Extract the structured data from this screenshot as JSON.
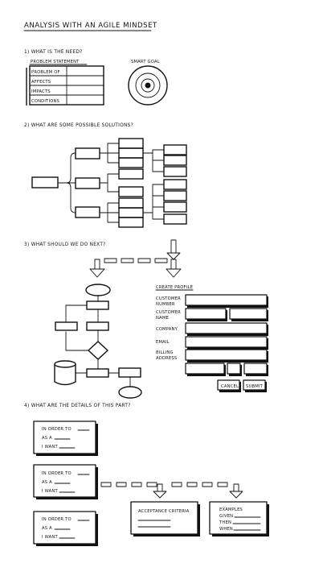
{
  "title": "ANALYSIS WITH AN AGILE MINDSET",
  "section1": {
    "heading": "1) WHAT IS THE NEED?",
    "table_label": "PROBLEM STATEMENT",
    "rows": [
      "PROBLEM OF",
      "AFFECTS",
      "IMPACTS",
      "CONDITIONS"
    ],
    "goal_label": "SMART GOAL"
  },
  "section2": {
    "heading": "2) WHAT ARE SOME POSSIBLE SOLUTIONS?"
  },
  "section3": {
    "heading": "3) WHAT SHOULD WE DO NEXT?",
    "form": {
      "title": "CREATE PROFILE",
      "fields": [
        "CUSTOMER NUMBER",
        "CUSTOMER NAME",
        "COMPANY",
        "EMAIL",
        "BILLING ADDRESS"
      ],
      "field_lines": {
        "customer_number": [
          "CUSTOMER",
          "NUMBER"
        ],
        "customer_name": [
          "CUSTOMER",
          "NAME"
        ],
        "billing_address": [
          "BILLING",
          "ADDRESS"
        ]
      },
      "cancel_label": "CANCEL",
      "submit_label": "SUBMIT"
    }
  },
  "section4": {
    "heading": "4) WHAT ARE THE DETAILS OF THIS PART?",
    "story_lines": [
      "IN ORDER TO",
      "AS A",
      "I WANT"
    ],
    "acceptance_label": "ACCEPTANCE CRITERIA",
    "examples": [
      "EXAMPLES",
      "GIVEN",
      "THEN",
      "WHEN"
    ]
  }
}
